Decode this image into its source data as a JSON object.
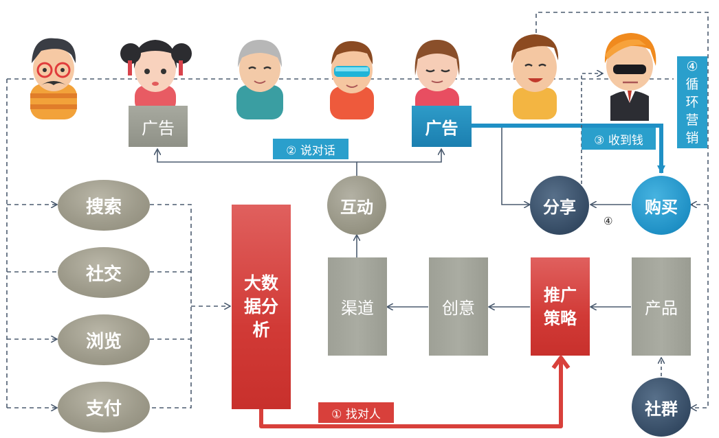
{
  "channels": [
    "搜索",
    "社交",
    "浏览",
    "支付"
  ],
  "big_data": [
    "大数",
    "据分",
    "析"
  ],
  "interaction": "互动",
  "channel_box": "渠道",
  "creative_box": "创意",
  "strategy": [
    "推广",
    "策略"
  ],
  "product": "产品",
  "community": "社群",
  "share": "分享",
  "buy": "购买",
  "ad_left": "广告",
  "ad_right": "广告",
  "label_talk": "② 说对话",
  "label_money": "③ 收到钱",
  "label_find": "① 找对人",
  "label_loop": [
    "④",
    "循",
    "环",
    "营",
    "销"
  ],
  "label_four": "④",
  "colors": {
    "red": "#d13a36",
    "blue": "#1f90c5",
    "navy": "#344a63",
    "grey": "#9ea096",
    "line": "#4a5a6e"
  },
  "icons": [
    "mustache-man-icon",
    "girl-buns-icon",
    "old-man-icon",
    "sunglasses-boy-icon",
    "girl-closed-eyes-icon",
    "smiling-boy-icon",
    "businessman-sunglasses-icon"
  ]
}
